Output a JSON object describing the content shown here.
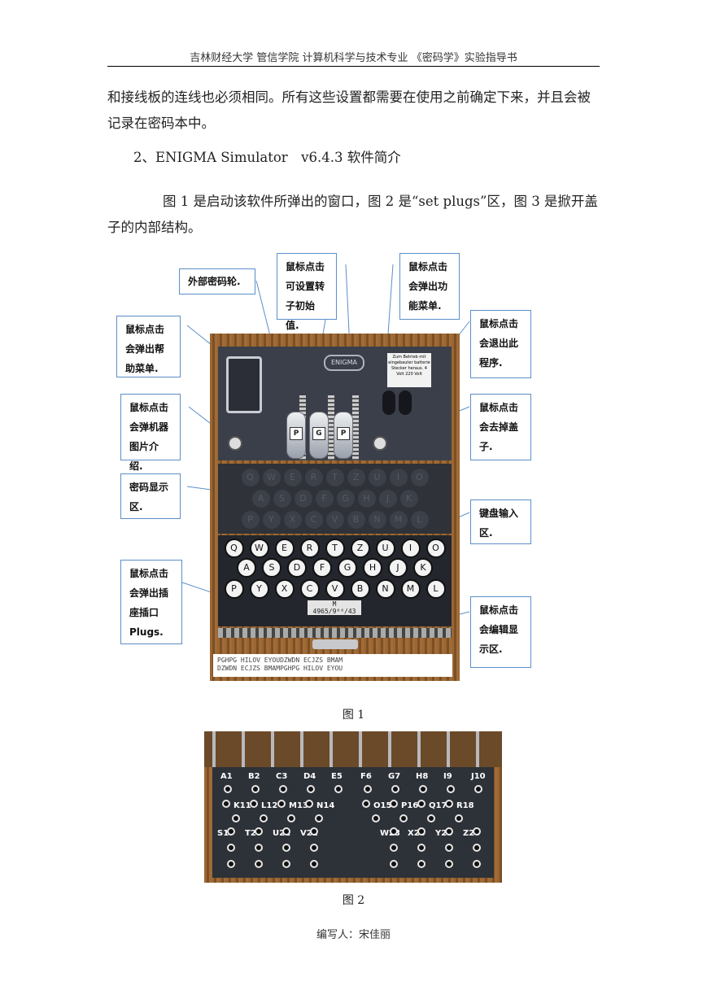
{
  "header": {
    "text": "吉林财经大学 管信学院 计算机科学与技术专业 《密码学》实验指导书"
  },
  "body": {
    "p1": "和接线板的连线也必须相同。所有这些设置都需要在使用之前确定下来，并且会被记录在密码本中。",
    "section": "2、ENIGMA Simulator　v6.4.3 软件简介",
    "p2": "图 1 是启动该软件所弹出的窗口，图 2 是“set plugs”区，图 3 是掀开盖子的内部结构。"
  },
  "figure1": {
    "caption": "图 1",
    "callouts": {
      "outer_rotor": "外部密码轮.",
      "rotor_init": "鼠标点击可设置转子初始值.",
      "func_menu": "鼠标点击会弹出功能菜单.",
      "help": "鼠标点击会弹出帮助菜单.",
      "exit": "鼠标点击会退出此程序.",
      "picture_intro": "鼠标点击会弹机器图片介绍.",
      "remove_cover": "鼠标点击会去掉盖子.",
      "cipher_display": "密码显示区.",
      "keyboard": "键盘输入区.",
      "plugs": "鼠标点击会弹出插座插口Plugs.",
      "edit_display": "鼠标点击会编辑显示区."
    },
    "machine": {
      "logo": "ENIGMA",
      "warning_label": "Zum Betrieb mit eingebauter batterie Stecker heraus. 4 Volt 220 Volt",
      "rotors": [
        "P",
        "G",
        "P"
      ],
      "lamp_rows": [
        [
          "Q",
          "W",
          "E",
          "R",
          "T",
          "Z",
          "U",
          "I",
          "O"
        ],
        [
          "A",
          "S",
          "D",
          "F",
          "G",
          "H",
          "J",
          "K"
        ],
        [
          "P",
          "Y",
          "X",
          "C",
          "V",
          "B",
          "N",
          "M",
          "L"
        ]
      ],
      "key_rows": [
        [
          "Q",
          "W",
          "E",
          "R",
          "T",
          "Z",
          "U",
          "I",
          "O"
        ],
        [
          "A",
          "S",
          "D",
          "F",
          "G",
          "H",
          "J",
          "K"
        ],
        [
          "P",
          "Y",
          "X",
          "C",
          "V",
          "B",
          "N",
          "M",
          "L"
        ]
      ],
      "counter_line1": "M",
      "counter_line2": "4965/9⁶⁶/43",
      "output_line1": "PGHPG HILOV EYOUDZWDN ECJZS BMAM",
      "output_line2": "DZWDN ECJZS BMAMPGHPG HILOV EYOU"
    }
  },
  "figure2": {
    "caption": "图 2",
    "labels": [
      "A1",
      "B2",
      "C3",
      "D4",
      "E5",
      "F6",
      "G7",
      "H8",
      "I9",
      "J10",
      "K11",
      "L12",
      "M13",
      "N14",
      "O15",
      "P16",
      "Q17",
      "R18",
      "S19",
      "T20",
      "U21",
      "V22",
      "W23",
      "X24",
      "Y25",
      "Z26"
    ]
  },
  "footer": {
    "text": "编写人：宋佳丽"
  }
}
